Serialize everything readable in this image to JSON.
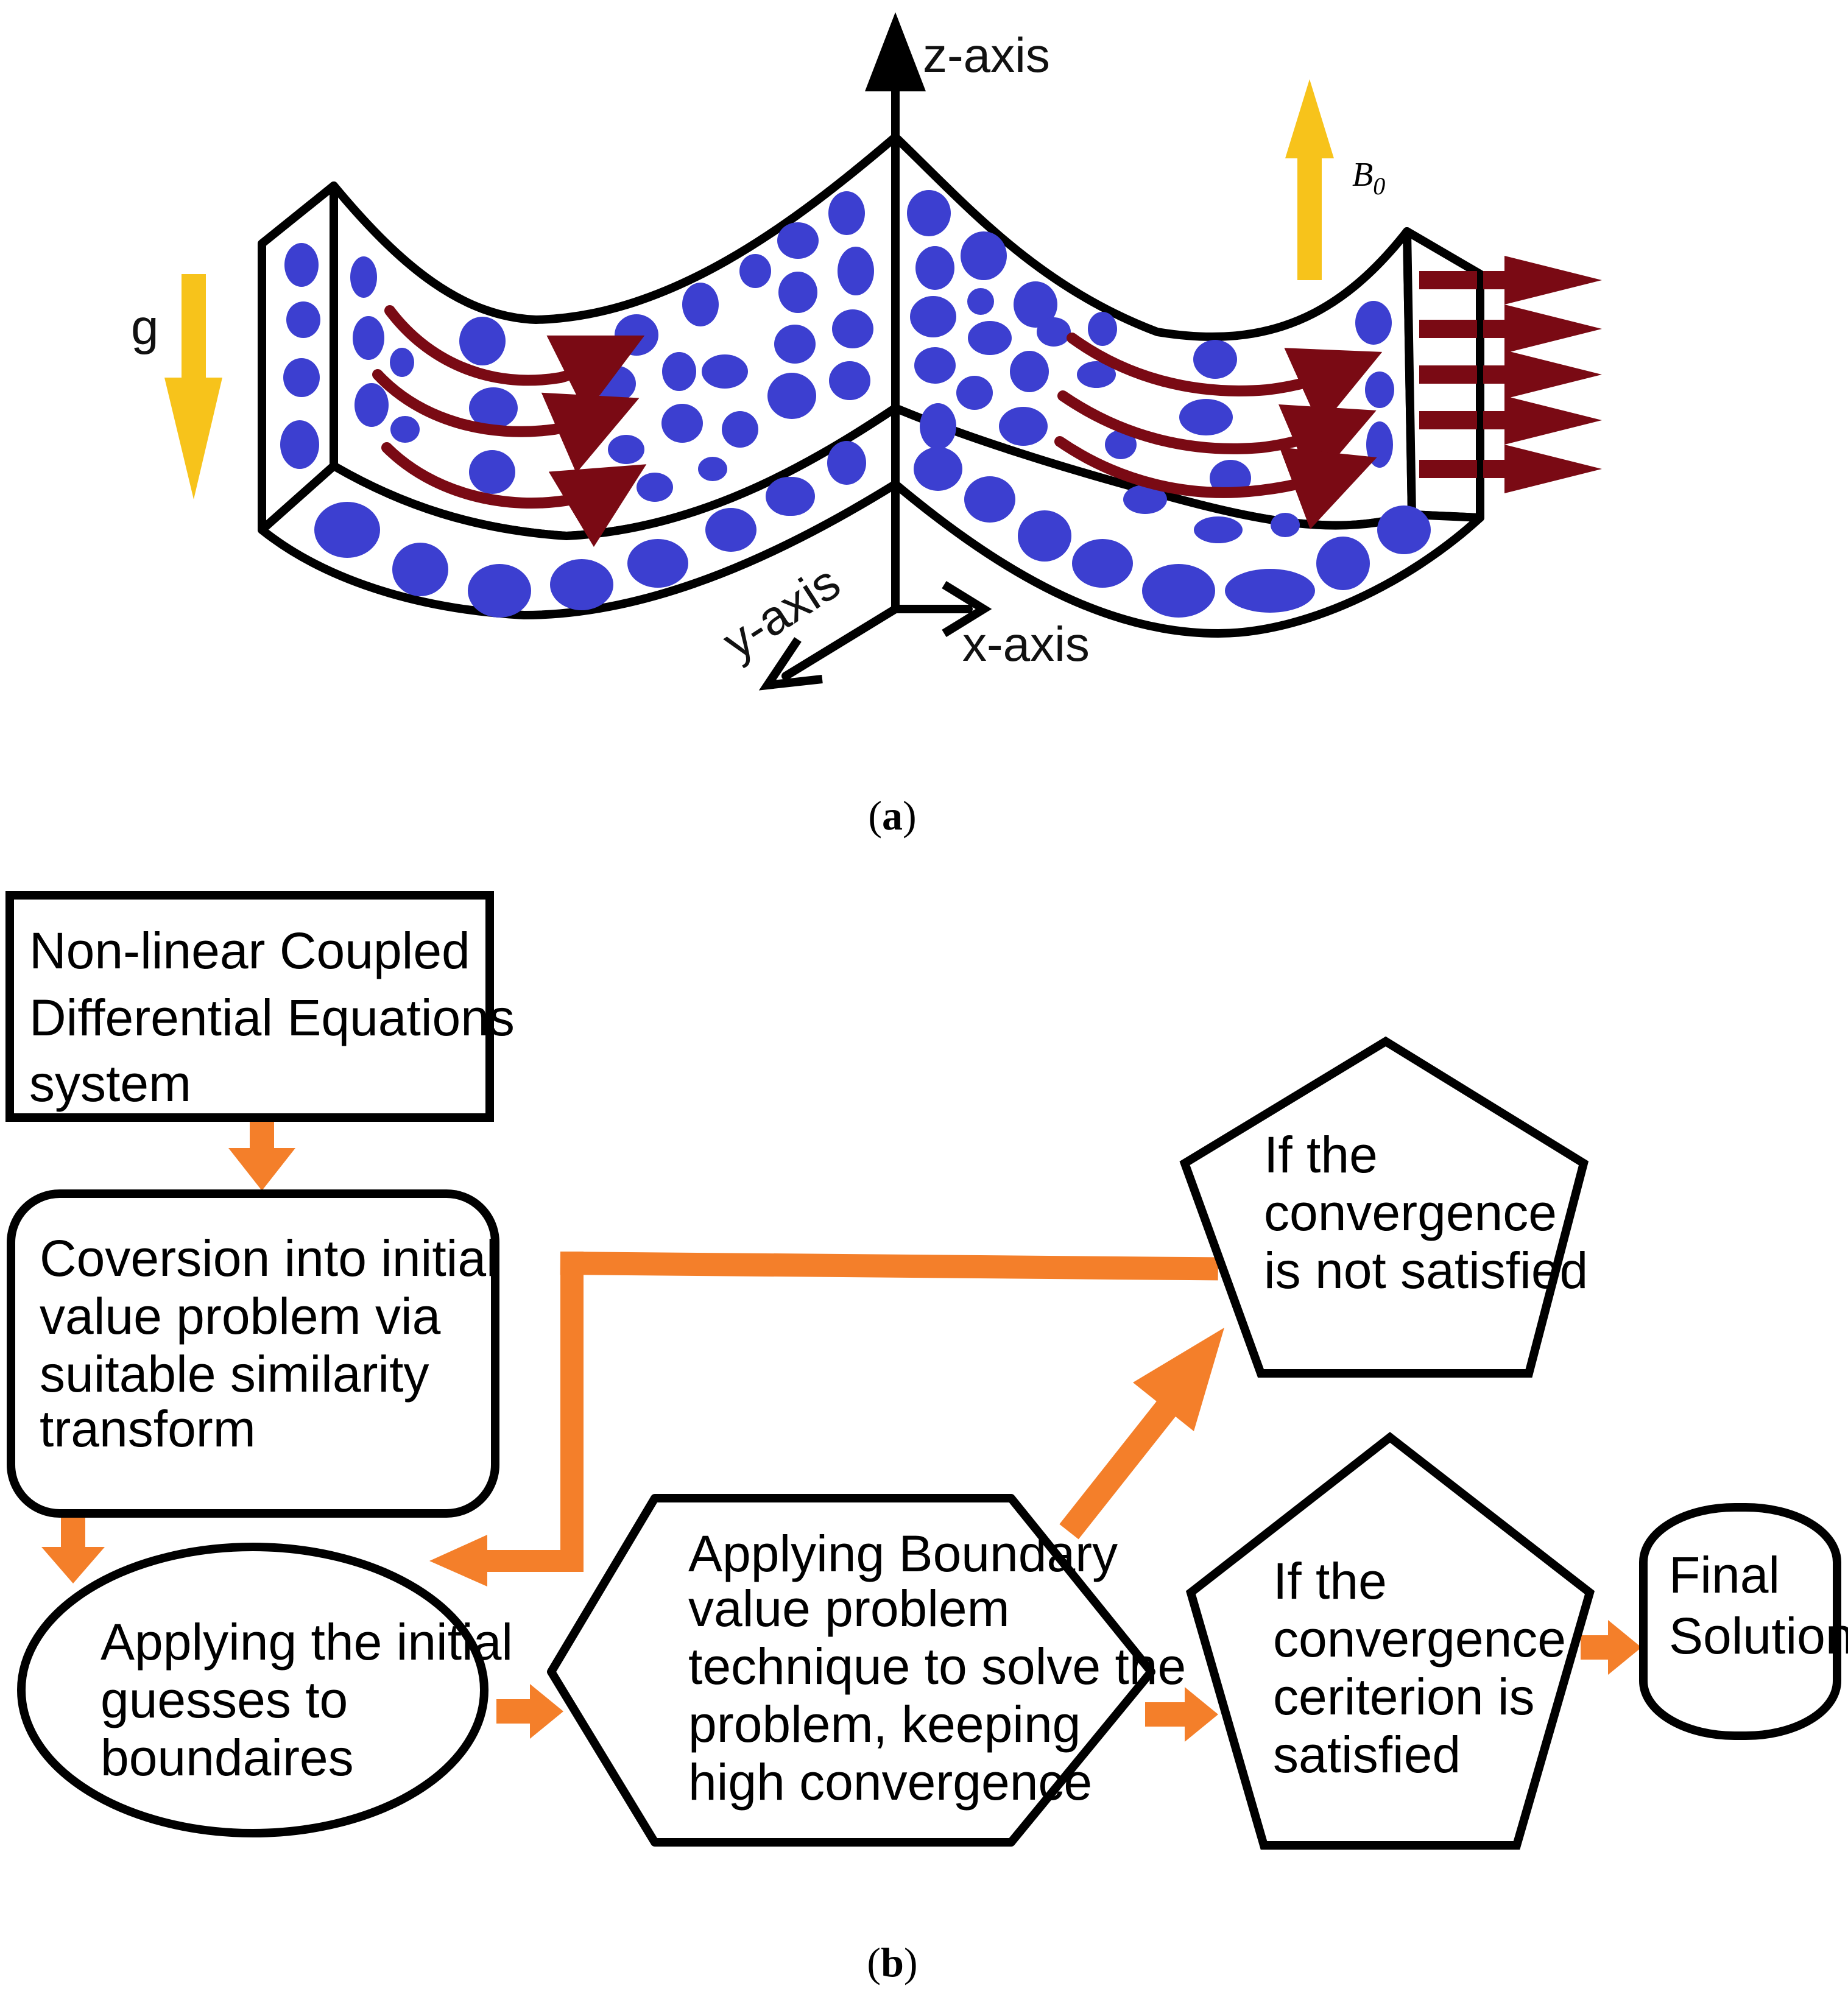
{
  "panel_a": {
    "axis_z": "z-axis",
    "axis_y": "y-axis",
    "axis_x": "x-axis",
    "gravity": "g",
    "field_base": "B",
    "field_sub": "0",
    "caption": "a",
    "colors": {
      "particle": "#3c3fd0",
      "flow": "#7a0a14",
      "gravity_arrow": "#f7c31b",
      "outline": "#000000"
    }
  },
  "panel_b": {
    "caption": "b",
    "colors": {
      "connector": "#f47f2a",
      "outline": "#000000"
    },
    "nodes": {
      "equations": [
        "Non-linear Coupled",
        "Differential Equations",
        "system"
      ],
      "conversion": [
        "Coversion into initial",
        "value problem via",
        "suitable similarity",
        "transform"
      ],
      "guesses": [
        "Applying the initial",
        "guesses to",
        "boundaires"
      ],
      "bvp": [
        "Applying Boundary",
        "value problem",
        "technique to solve the",
        "problem, keeping",
        "high convergence"
      ],
      "not_satisfied": [
        "If the",
        "convergence",
        "is not satisfied"
      ],
      "satisfied": [
        "If the",
        "convergence",
        "ceriterion is",
        "satisfied"
      ],
      "final": [
        "Final",
        "Solution"
      ]
    }
  }
}
